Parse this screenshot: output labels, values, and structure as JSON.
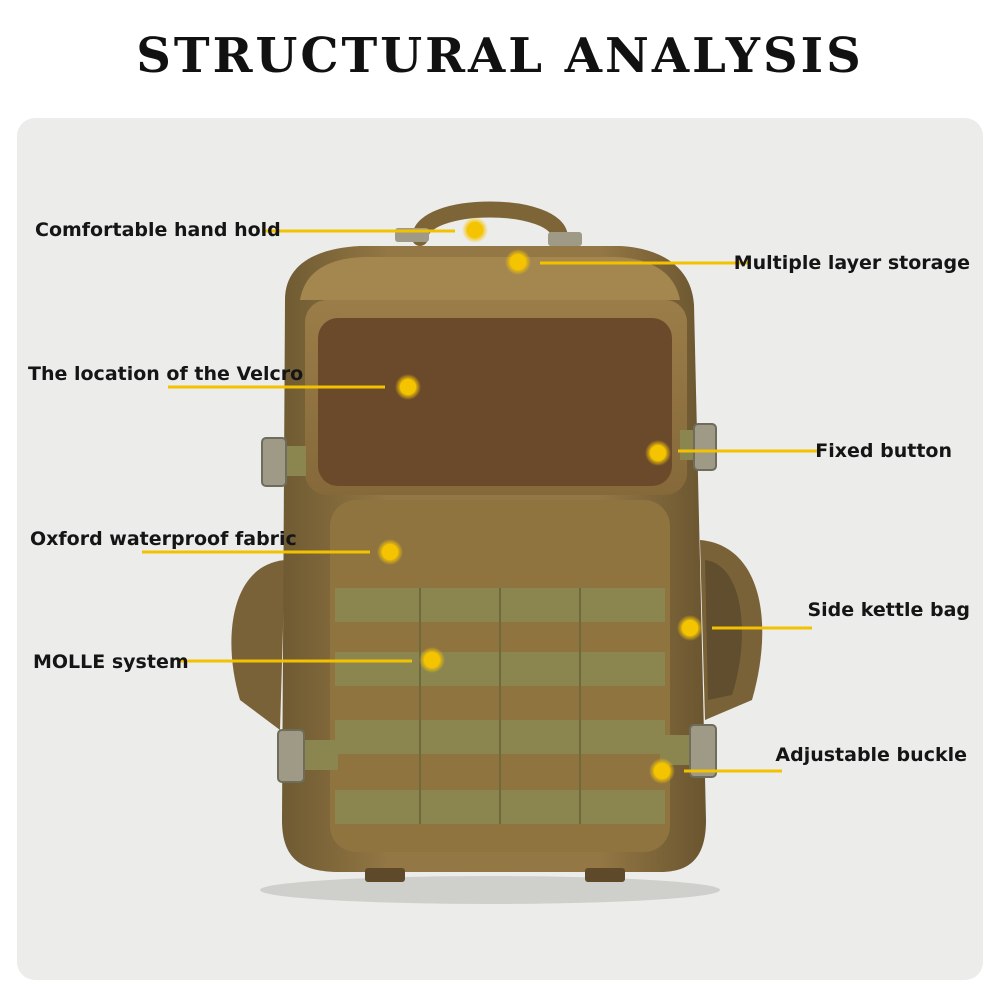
{
  "title": "STRUCTURAL ANALYSIS",
  "callouts": [
    {
      "label": "Comfortable hand hold",
      "side": "left"
    },
    {
      "label": "Multiple layer storage",
      "side": "right"
    },
    {
      "label": "The location of the Velcro",
      "side": "left"
    },
    {
      "label": "Fixed button",
      "side": "right"
    },
    {
      "label": "Oxford waterproof fabric",
      "side": "left"
    },
    {
      "label": "Side kettle bag",
      "side": "right"
    },
    {
      "label": "MOLLE system",
      "side": "left"
    },
    {
      "label": "Adjustable buckle",
      "side": "right"
    }
  ],
  "colors": {
    "accent_line": "#f2c200",
    "dot": "#f5c400",
    "bag_body": "#8f7440",
    "bag_dark": "#6e5630",
    "velcro_patch": "#6b4a2c",
    "molle_webbing": "#8b8550",
    "buckle": "#9e9a86"
  }
}
